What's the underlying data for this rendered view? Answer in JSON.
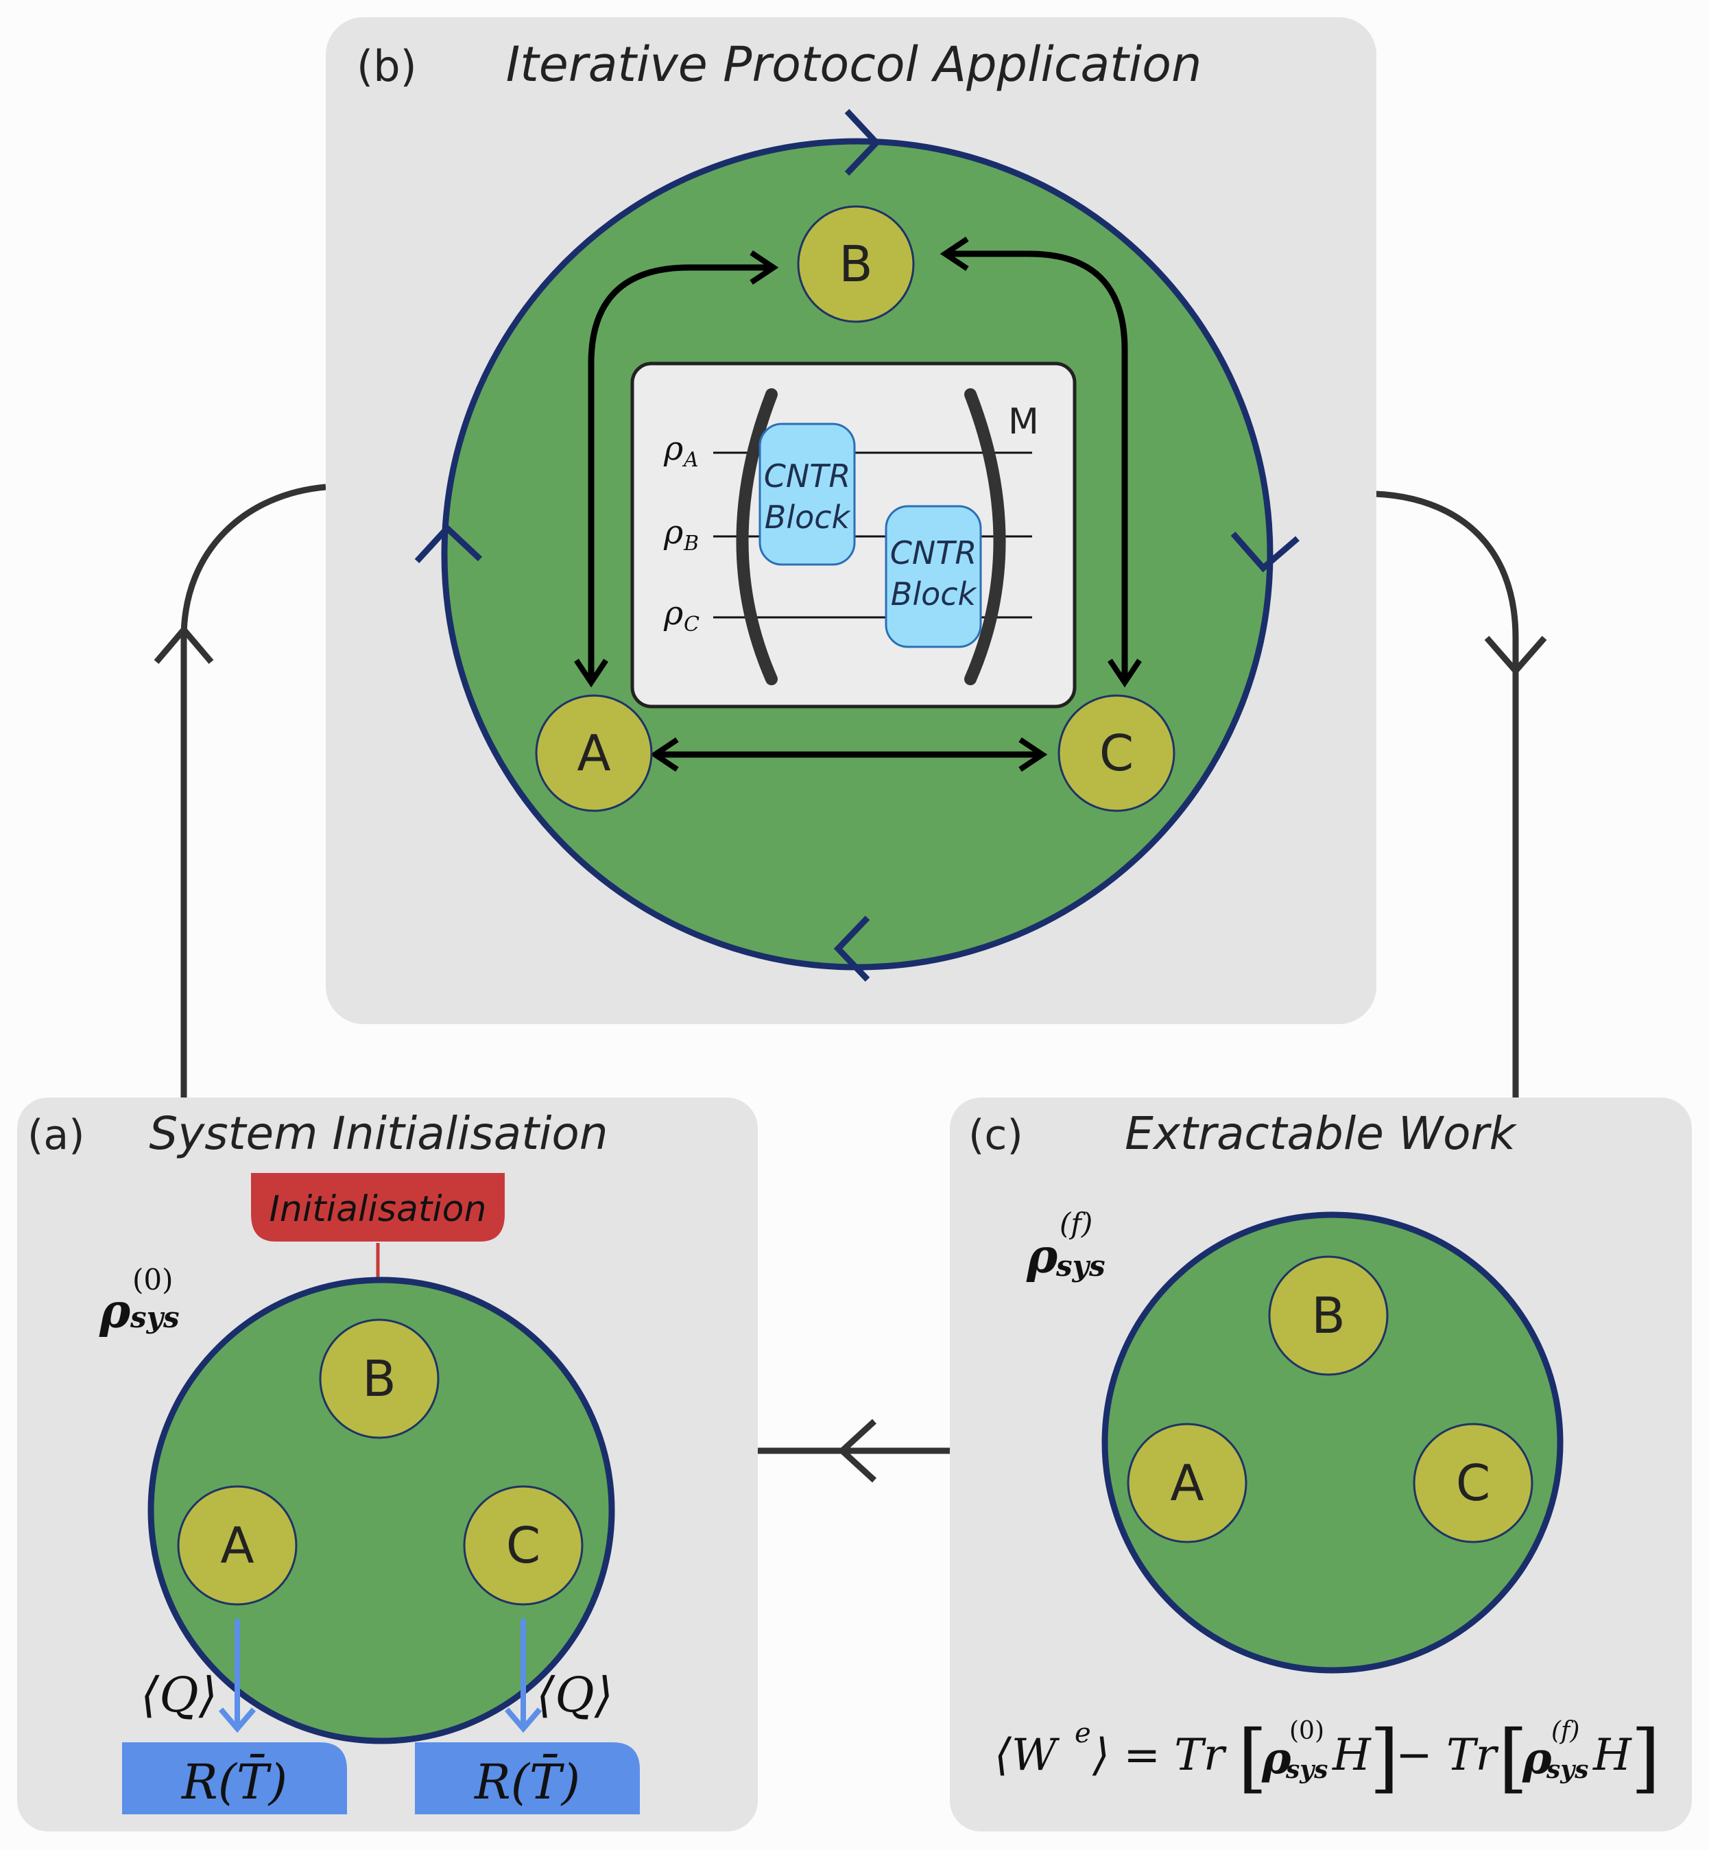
{
  "colors": {
    "panel_bg": "#e4e4e5",
    "disc_green": "#63a45c",
    "disc_border": "#1a2e6b",
    "node_fill": "#b9b945",
    "node_border": "#1e3466",
    "circuit_bg": "#ececec",
    "cntr_fill": "#99ddfb",
    "init_red": "#c83a3a",
    "reservoir_blue": "#5b8fe8",
    "arrow_dark": "#333333"
  },
  "panel_b": {
    "label": "(b)",
    "title": "Iterative Protocol Application",
    "nodes": {
      "a": "A",
      "b": "B",
      "c": "C"
    },
    "circuit": {
      "rho_a": "ρ",
      "rho_a_sub": "A",
      "rho_b": "ρ",
      "rho_b_sub": "B",
      "rho_c": "ρ",
      "rho_c_sub": "C",
      "block1_line1": "CNTR",
      "block1_line2": "Block",
      "block2_line1": "CNTR",
      "block2_line2": "Block",
      "power": "M"
    }
  },
  "panel_a": {
    "label": "(a)",
    "title": "System Initialisation",
    "init_label": "Initialisation",
    "rho": "ρ",
    "rho_sup": "(0)",
    "rho_sub": "sys",
    "nodes": {
      "a": "A",
      "b": "B",
      "c": "C"
    },
    "heat_left": "⟨Q⟩",
    "heat_right": "⟨Q⟩",
    "reservoir_left": "R(T̄)",
    "reservoir_right": "R(T̄)"
  },
  "panel_c": {
    "label": "(c)",
    "title": "Extractable Work",
    "rho": "ρ",
    "rho_sup": "(f)",
    "rho_sub": "sys",
    "nodes": {
      "a": "A",
      "b": "B",
      "c": "C"
    },
    "eq_lhs": "⟨W",
    "eq_lhs_sup": "e",
    "eq_mid": "⟩ = Tr",
    "eq_rho1": "ρ",
    "eq_rho1_sup": "(0)",
    "eq_rho1_sub": "sys",
    "eq_h1": "H",
    "eq_minus": "− Tr",
    "eq_rho2": "ρ",
    "eq_rho2_sup": "(f)",
    "eq_rho2_sub": "sys",
    "eq_h2": "H"
  }
}
